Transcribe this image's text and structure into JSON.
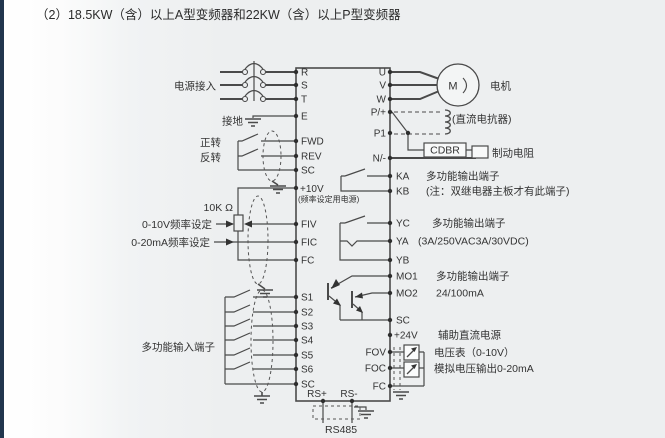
{
  "title": "（2）18.5KW（含）以上A型变频器和22KW（含）以上P型变频器",
  "diagram": {
    "box_terminals": {
      "left": [
        "R",
        "S",
        "T",
        "E",
        "FWD",
        "REV",
        "SC",
        "FIV",
        "FIC",
        "FC",
        "S1",
        "S2",
        "S3",
        "S4",
        "S5",
        "S6",
        "SC"
      ],
      "left_power_label": "+10V",
      "left_power_note": "(频率设定用电源)",
      "right": [
        "U",
        "V",
        "W",
        "P/+",
        "P1",
        "N/-",
        "KA",
        "KB",
        "YC",
        "YA",
        "YB",
        "MO1",
        "MO2",
        "SC",
        "+24V",
        "FOV",
        "FOC",
        "FC"
      ],
      "bottom": [
        "RS+",
        "RS-"
      ]
    },
    "labels": {
      "power_input": "电源接入",
      "earth": "接地",
      "forward": "正转",
      "reverse": "反转",
      "pot": "10K Ω",
      "freq_voltage": "0-10V频率设定",
      "freq_current": "0-20mA频率设定",
      "multi_input": "多功能输入端子",
      "motor": "电机",
      "motor_symbol": "M",
      "dc_reactor": "(直流电抗器)",
      "cdbr": "CDBR",
      "brake_resistor": "制动电阻",
      "ka_desc": "多功能输出端子",
      "kb_desc": "(注：双继电器主板才有此端子)",
      "yc_desc": "多功能输出端子",
      "ya_desc": "(3A/250VAC3A/30VDC)",
      "mo1_desc": "多功能输出端子",
      "mo2_desc": "24/100mA",
      "aux_power_desc": "辅助直流电源",
      "fov_desc": "电压表（0-10V）",
      "foc_desc": "模拟电压输出0-20mA",
      "rs485": "RS485"
    },
    "colors": {
      "wire": "#4a4a4a",
      "text": "#333333",
      "background": "#edeff0",
      "spine": "#22364e"
    }
  }
}
